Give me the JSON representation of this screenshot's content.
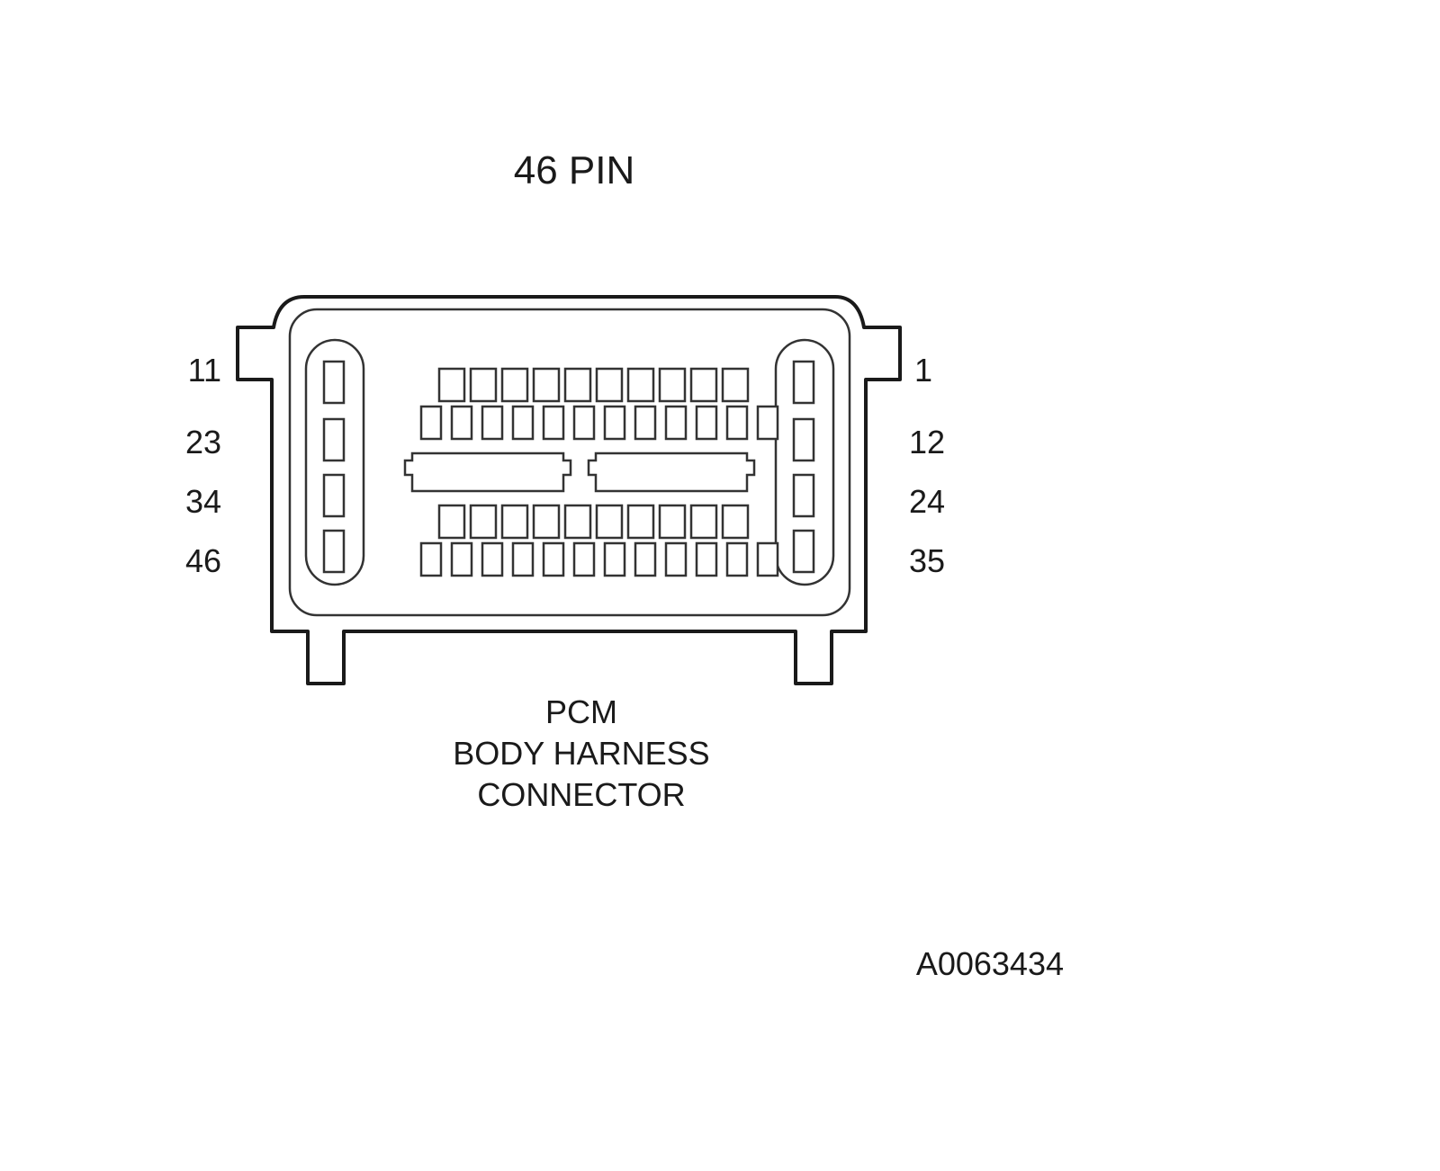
{
  "diagram": {
    "title": "46 PIN",
    "pin_labels": {
      "left": [
        "11",
        "23",
        "34",
        "46"
      ],
      "right": [
        "1",
        "12",
        "24",
        "35"
      ]
    },
    "caption": [
      "PCM",
      "BODY HARNESS",
      "CONNECTOR"
    ],
    "figure_id": "A0063434"
  }
}
